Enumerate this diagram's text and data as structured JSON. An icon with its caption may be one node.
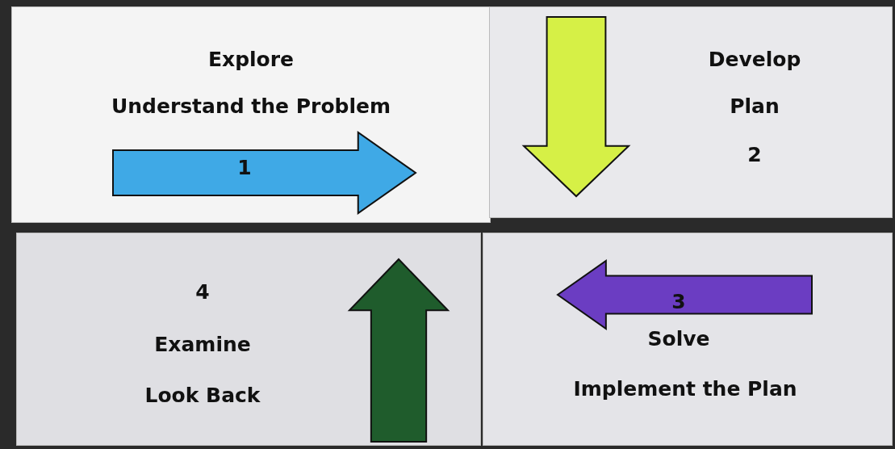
{
  "diagram": {
    "nodes": [
      {
        "text": [
          "Explore",
          "Understand the Problem",
          "1"
        ]
      },
      {
        "text": [
          "Develop",
          "Plan",
          "2"
        ]
      },
      {
        "text": [
          "4",
          "Examine",
          "Look Back"
        ]
      },
      {
        "text": [
          "3",
          "Solve",
          "Implement the Plan"
        ]
      }
    ]
  }
}
